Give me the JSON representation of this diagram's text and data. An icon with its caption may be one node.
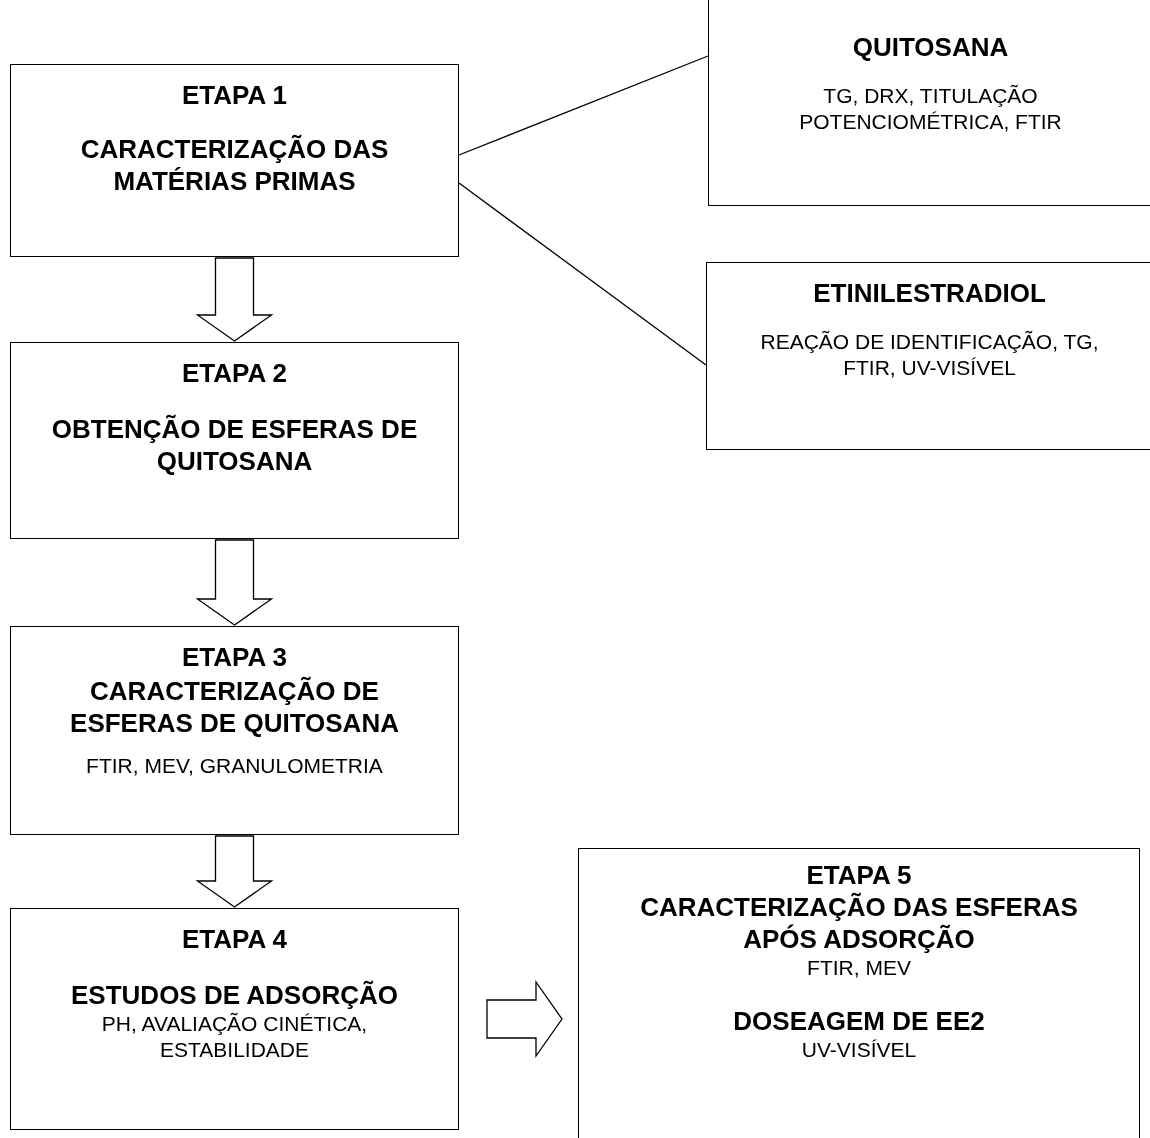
{
  "diagram": {
    "nodes": [
      {
        "text": [
          "ETAPA 1",
          "CARACTERIZAÇÃO DAS MATÉRIAS PRIMAS"
        ]
      },
      {
        "text": [
          "QUITOSANA",
          "TG, DRX, TITULAÇÃO POTENCIOMÉTRICA, FTIR"
        ]
      },
      {
        "text": [
          "ETINILESTRADIOL",
          "REAÇÃO DE IDENTIFICAÇÃO, TG, FTIR, UV-VISÍVEL"
        ]
      },
      {
        "text": [
          "ETAPA 2",
          "OBTENÇÃO DE ESFERAS DE QUITOSANA"
        ]
      },
      {
        "text": [
          "ETAPA 3",
          "CARACTERIZAÇÃO DE ESFERAS DE QUITOSANA",
          "FTIR, MEV, GRANULOMETRIA"
        ]
      },
      {
        "text": [
          "ETAPA 4",
          "ESTUDOS DE ADSORÇÃO",
          "PH, AVALIAÇÃO CINÉTICA, ESTABILIDADE"
        ]
      },
      {
        "text": [
          "ETAPA 5",
          "CARACTERIZAÇÃO DAS ESFERAS APÓS ADSORÇÃO",
          "FTIR, MEV",
          "DOSEAGEM DE EE2",
          "UV-VISÍVEL"
        ]
      }
    ],
    "edges": [
      {
        "from": 0,
        "to": 1,
        "arrow": "none"
      },
      {
        "from": 0,
        "to": 2,
        "arrow": "none"
      },
      {
        "from": 0,
        "to": 3,
        "arrow": "to"
      },
      {
        "from": 3,
        "to": 4,
        "arrow": "to"
      },
      {
        "from": 4,
        "to": 5,
        "arrow": "to"
      },
      {
        "from": 5,
        "to": 6,
        "arrow": "to"
      }
    ]
  }
}
